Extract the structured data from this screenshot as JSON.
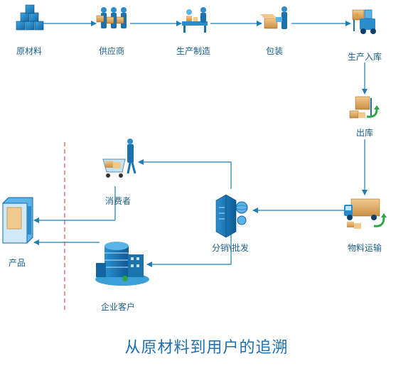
{
  "nodes": {
    "raw_material": "原材料",
    "supplier": "供应商",
    "manufacturing": "生产制造",
    "packaging": "包装",
    "warehouse_in": "生产入库",
    "warehouse_out": "出库",
    "logistics": "物料运输",
    "distribution": "分销\\批发",
    "consumer": "消费者",
    "enterprise": "企业客户",
    "product": "产品"
  },
  "title": "从原材料到用户的追溯",
  "colors": {
    "line": "#1f7fb3",
    "label": "#1a5e86",
    "title": "#1d6fb0",
    "divider": "#c0392b"
  }
}
